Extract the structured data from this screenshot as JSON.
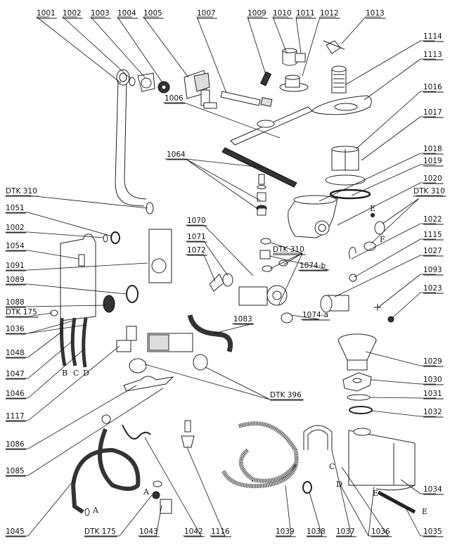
{
  "diagram": {
    "title": "Dishwasher exploded parts diagram",
    "labels": [
      {
        "id": "l1001",
        "text": "1001"
      },
      {
        "id": "l1002a",
        "text": "1002"
      },
      {
        "id": "l1003",
        "text": "1003"
      },
      {
        "id": "l1004",
        "text": "1004"
      },
      {
        "id": "l1005",
        "text": "1005"
      },
      {
        "id": "l1007",
        "text": "1007"
      },
      {
        "id": "l1009",
        "text": "1009"
      },
      {
        "id": "l1010",
        "text": "1010"
      },
      {
        "id": "l1011",
        "text": "1011"
      },
      {
        "id": "l1012",
        "text": "1012"
      },
      {
        "id": "l1013",
        "text": "1013"
      },
      {
        "id": "l1114",
        "text": "1114"
      },
      {
        "id": "l1113",
        "text": "1113"
      },
      {
        "id": "l1006",
        "text": "1006"
      },
      {
        "id": "l1016",
        "text": "1016"
      },
      {
        "id": "l1017",
        "text": "1017"
      },
      {
        "id": "l1018",
        "text": "1018"
      },
      {
        "id": "l1019",
        "text": "1019"
      },
      {
        "id": "l1020",
        "text": "1020"
      },
      {
        "id": "l1064",
        "text": "1064"
      },
      {
        "id": "lotk310a",
        "text": "DTK 310"
      },
      {
        "id": "lotk310b",
        "text": "DTK 310"
      },
      {
        "id": "lotk310c",
        "text": "DTK 310"
      },
      {
        "id": "l1051",
        "text": "1051"
      },
      {
        "id": "l1002b",
        "text": "1002"
      },
      {
        "id": "l1054",
        "text": "1054"
      },
      {
        "id": "l1070",
        "text": "1070"
      },
      {
        "id": "l1071",
        "text": "1071"
      },
      {
        "id": "l1072",
        "text": "1072"
      },
      {
        "id": "l1022",
        "text": "1022"
      },
      {
        "id": "l1115",
        "text": "1115"
      },
      {
        "id": "l1091",
        "text": "1091"
      },
      {
        "id": "l1089",
        "text": "1089"
      },
      {
        "id": "l1027",
        "text": "1027"
      },
      {
        "id": "l1074b",
        "text": "1074-b"
      },
      {
        "id": "l1088",
        "text": "1088"
      },
      {
        "id": "l1093",
        "text": "1093"
      },
      {
        "id": "l1023",
        "text": "1023"
      },
      {
        "id": "lotk175a",
        "text": "DTK 175"
      },
      {
        "id": "l1074a",
        "text": "1074-a"
      },
      {
        "id": "l1036a",
        "text": "1036"
      },
      {
        "id": "l1083",
        "text": "1083"
      },
      {
        "id": "l1048",
        "text": "1048"
      },
      {
        "id": "l1047",
        "text": "1047"
      },
      {
        "id": "l1029",
        "text": "1029"
      },
      {
        "id": "l1046",
        "text": "1046"
      },
      {
        "id": "l1030",
        "text": "1030"
      },
      {
        "id": "lotk396",
        "text": "DTK 396"
      },
      {
        "id": "l1031",
        "text": "1031"
      },
      {
        "id": "l1117",
        "text": "1117"
      },
      {
        "id": "l1032",
        "text": "1032"
      },
      {
        "id": "l1086",
        "text": "1086"
      },
      {
        "id": "l1085",
        "text": "1085"
      },
      {
        "id": "l1034",
        "text": "1034"
      },
      {
        "id": "l1045",
        "text": "1045"
      },
      {
        "id": "lotk175b",
        "text": "DTK 175"
      },
      {
        "id": "l1043",
        "text": "1043"
      },
      {
        "id": "l1042",
        "text": "1042"
      },
      {
        "id": "l1116",
        "text": "1116"
      },
      {
        "id": "l1039",
        "text": "1039"
      },
      {
        "id": "l1038",
        "text": "1038"
      },
      {
        "id": "l1037",
        "text": "1037"
      },
      {
        "id": "l1036b",
        "text": "1036"
      },
      {
        "id": "l1035",
        "text": "1035"
      }
    ],
    "connection_letters": {
      "E_top": "E",
      "F_top": "F",
      "B": "B",
      "C": "C",
      "D": "D",
      "A_hose": "A",
      "A_valve": "A",
      "C_tank": "C",
      "D_tank": "D",
      "E_tank": "E",
      "E_hose": "E"
    }
  }
}
